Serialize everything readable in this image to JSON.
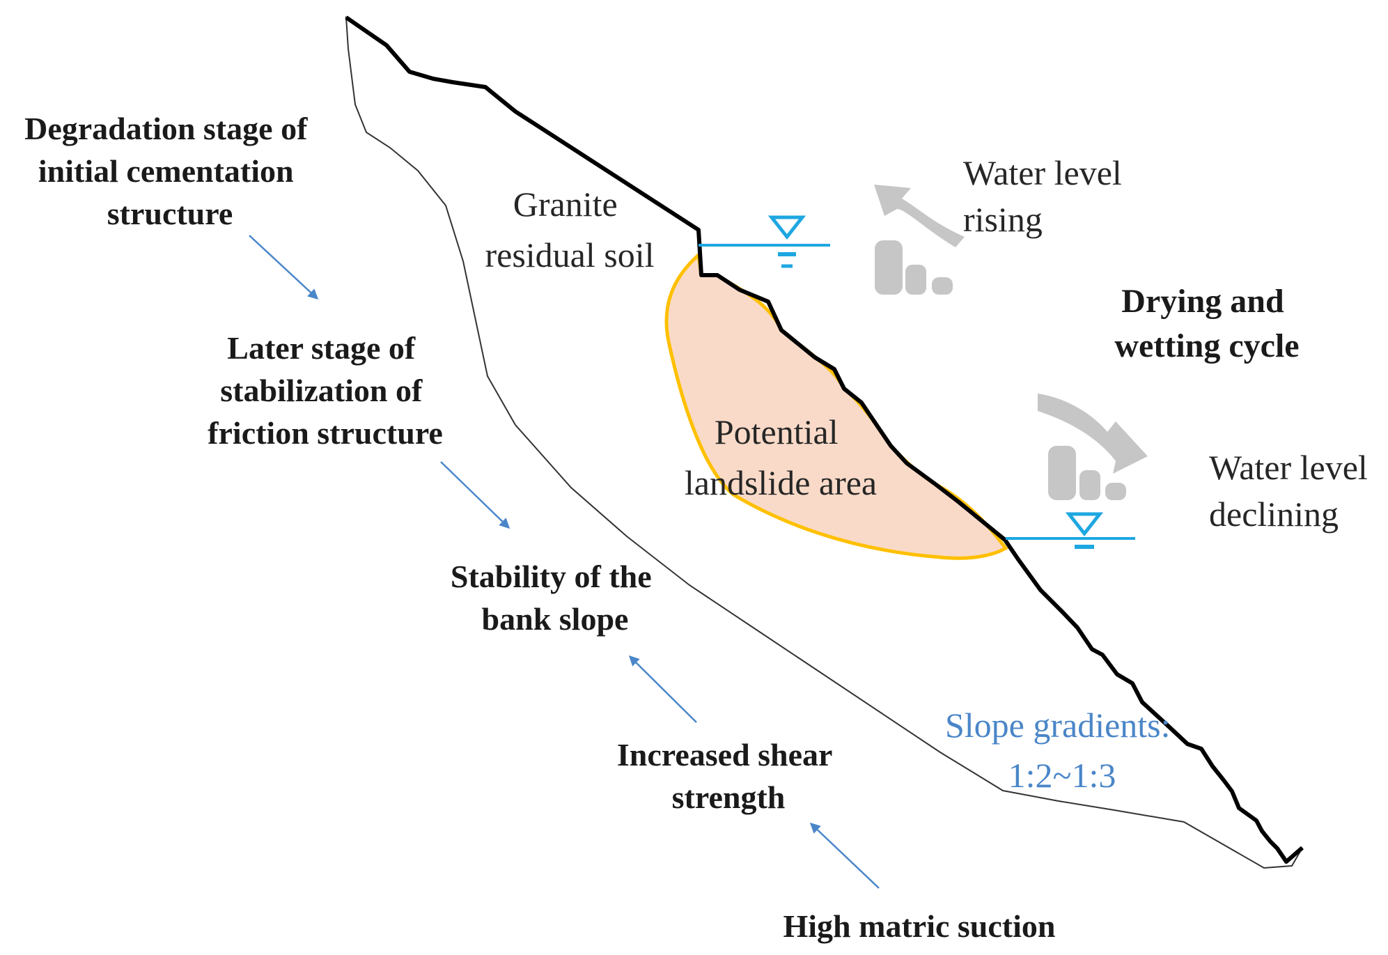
{
  "colors": {
    "outline": "#000000",
    "soil_fill": "#ffffff",
    "landslide_fill": "#f9dac8",
    "landslide_border": "#ffc000",
    "water": "#1ea7e1",
    "process_arrow": "#4a86c8",
    "cycle_icon": "#bfbfbf",
    "slope_text": "#4a86c8"
  },
  "icons": {
    "water_table": "inverted-triangle-water-level-icon",
    "rising": "curved-arrow-up-bars-icon",
    "declining": "curved-arrow-down-bars-icon",
    "process": "diagonal-arrow-icon"
  },
  "labels": {
    "degradation": [
      "Degradation stage of",
      "initial cementation",
      "structure"
    ],
    "later_stage": [
      "Later stage of",
      "stabilization of",
      "friction structure"
    ],
    "stability": [
      "Stability of the",
      "bank  slope"
    ],
    "shear": [
      "Increased shear",
      "strength"
    ],
    "suction": [
      "High matric suction"
    ],
    "granite": [
      "Granite",
      "residual  soil"
    ],
    "potential": [
      "Potential",
      "landslide  area"
    ],
    "water_rising": [
      "Water level",
      "rising"
    ],
    "cycle": [
      "Drying and",
      "wetting cycle"
    ],
    "water_declining": [
      "Water level",
      "declining"
    ],
    "slope_gradients": [
      "Slope gradients:",
      "1:2~1:3"
    ]
  }
}
